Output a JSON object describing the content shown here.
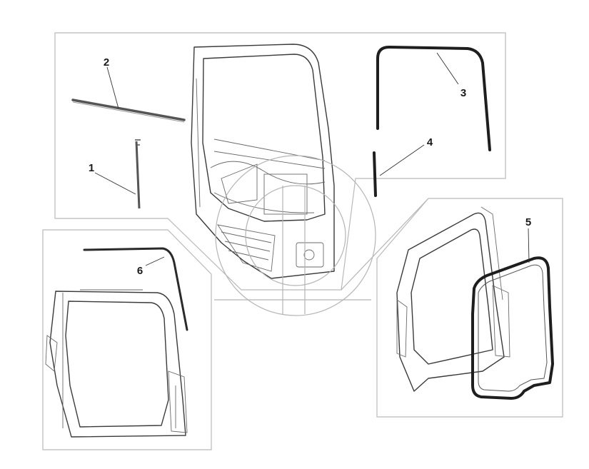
{
  "parts": [
    {
      "id": "1",
      "label": "1"
    },
    {
      "id": "2",
      "label": "2"
    },
    {
      "id": "3",
      "label": "3"
    },
    {
      "id": "4",
      "label": "4"
    },
    {
      "id": "5",
      "label": "5"
    },
    {
      "id": "6",
      "label": "6"
    }
  ]
}
